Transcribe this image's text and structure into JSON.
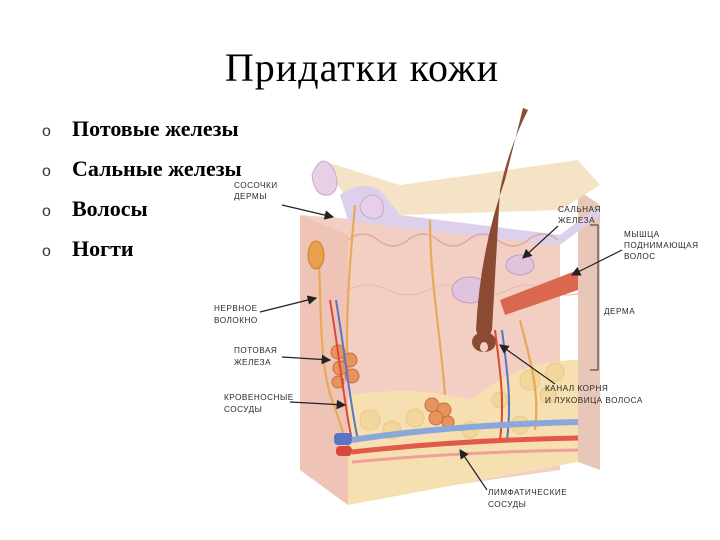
{
  "title": "Придатки кожи",
  "bullet_marker": "o",
  "bullets": [
    "Потовые железы",
    "Сальные железы",
    "Волосы",
    "Ногти"
  ],
  "figure": {
    "labels": {
      "papillae": [
        "СОСОЧКИ",
        "ДЕРМЫ"
      ],
      "sebaceous": [
        "САЛЬНАЯ",
        "ЖЕЛЕЗА"
      ],
      "muscle": [
        "МЫШЦА",
        "ПОДНИМАЮЩАЯ",
        "ВОЛОС"
      ],
      "dermis": "ДЕРМА",
      "nerve": [
        "НЕРВНОЕ",
        "ВОЛОКНО"
      ],
      "sweat": [
        "ПОТОВАЯ",
        "ЖЕЛЕЗА"
      ],
      "vessels": [
        "КРОВЕНОСНЫЕ",
        "СОСУДЫ"
      ],
      "root_sheath": [
        "КАНАЛ КОРНЯ",
        "И ЛУКОВИЦА ВОЛОСА"
      ],
      "lymph": [
        "ЛИМФАТИЧЕСКИЕ",
        "СОСУДЫ"
      ]
    }
  }
}
